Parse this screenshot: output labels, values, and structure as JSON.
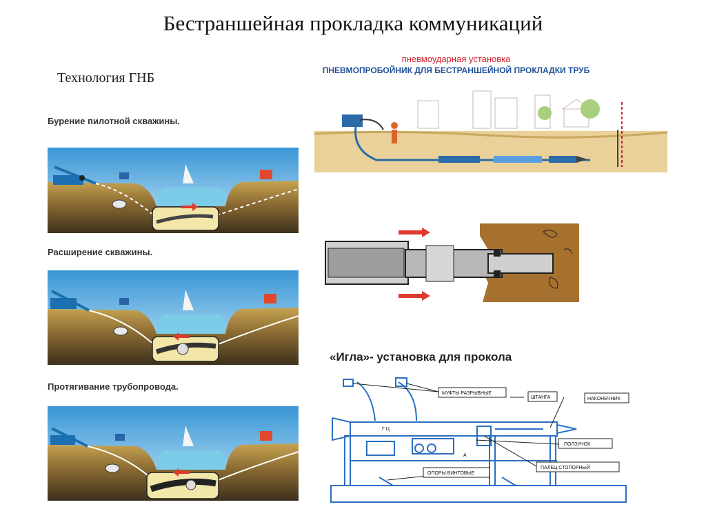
{
  "page_title": "Бестраншейная прокладка коммуникаций",
  "hdd": {
    "subtitle": "Технология ГНБ",
    "steps": [
      {
        "label": "Бурение пилотной скважины."
      },
      {
        "label": "Расширение скважины."
      },
      {
        "label": "Протягивание трубопровода."
      }
    ]
  },
  "pneumo": {
    "title_line1": "пневмоударная установка",
    "title_line2": "ПНЕВМОПРОБОЙНИК ДЛЯ БЕСТРАНШЕЙНОЙ ПРОКЛАДКИ ТРУБ"
  },
  "needle": {
    "title": "«Игла»- установка для прокола",
    "labels": {
      "couplings": "МУФТЫ РАЗРЫВНЫЕ",
      "rod": "ШТАНГА",
      "tip": "НАКОНЕЧНИК",
      "half_hook": "ПОЛЗУНОК",
      "stop_pin": "ПАЛЕЦ СТОПОРНЫЙ",
      "screw_supports": "ОПОРЫ ВИНТОВЫЕ",
      "gc": "Г Ц",
      "a": "А"
    }
  },
  "colors": {
    "sky": "#3f9fd8",
    "water": "#7fcbe8",
    "soil_top": "#b89a4c",
    "soil_deep": "#4d3f28",
    "arrow_red": "#e03a2e",
    "drawing_blue": "#2a6fc2"
  }
}
